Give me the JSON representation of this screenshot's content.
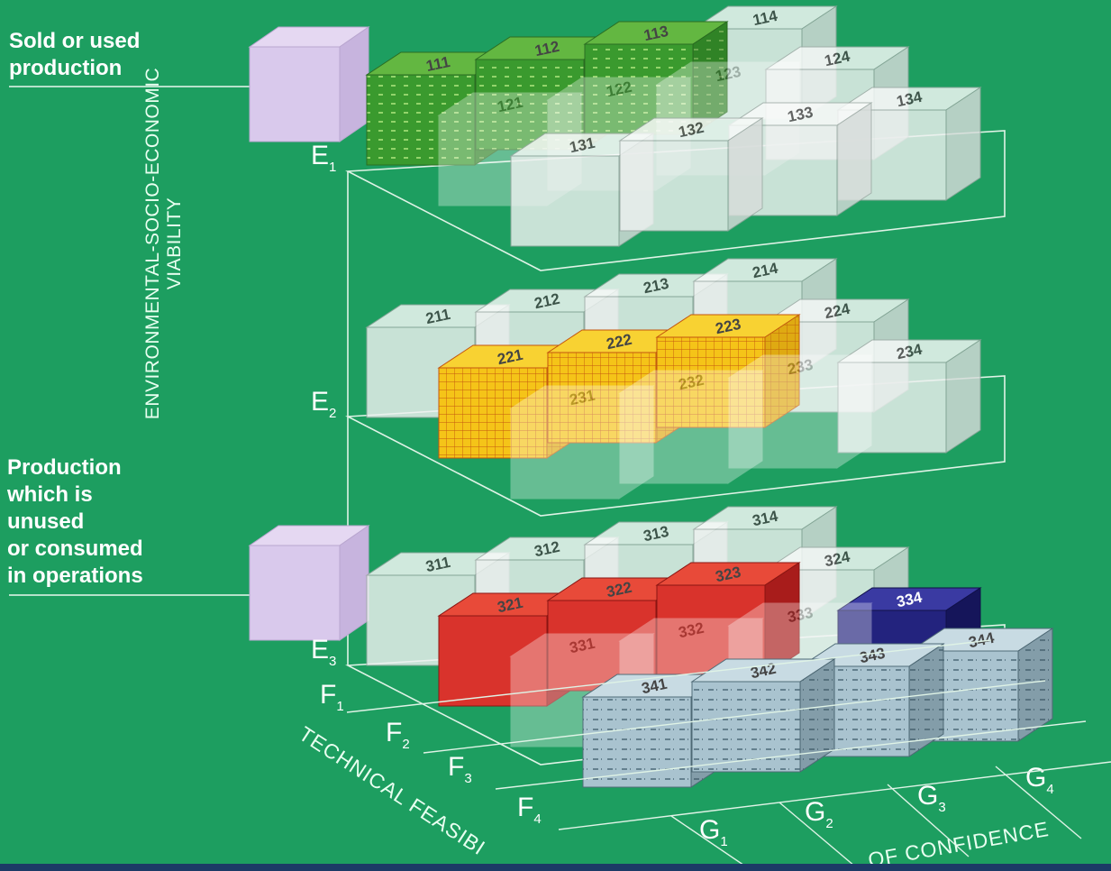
{
  "labels": {
    "sold_or_used": "Sold or used\nproduction",
    "unused": "Production\nwhich is\nunused\nor consumed\nin operations",
    "e_axis": "ENVIRONMENTAL-SOCIO-ECONOMIC\nVIABILITY",
    "f_axis": "TECHNICAL FEASIBI",
    "g_axis": "OF CONFIDENCE"
  },
  "levels": [
    {
      "id": "E1",
      "letter": "E",
      "sub": "1"
    },
    {
      "id": "E2",
      "letter": "E",
      "sub": "2"
    },
    {
      "id": "E3",
      "letter": "E",
      "sub": "3"
    }
  ],
  "f_ticks": [
    {
      "letter": "F",
      "sub": "1"
    },
    {
      "letter": "F",
      "sub": "2"
    },
    {
      "letter": "F",
      "sub": "3"
    },
    {
      "letter": "F",
      "sub": "4"
    }
  ],
  "g_ticks": [
    {
      "letter": "G",
      "sub": "1"
    },
    {
      "letter": "G",
      "sub": "2"
    },
    {
      "letter": "G",
      "sub": "3"
    },
    {
      "letter": "G",
      "sub": "4"
    }
  ],
  "cubes": [
    {
      "code": "114",
      "e": 1,
      "f": 1,
      "g": 4,
      "style": "clear"
    },
    {
      "code": "111",
      "e": 1,
      "f": 1,
      "g": 1,
      "style": "green"
    },
    {
      "code": "112",
      "e": 1,
      "f": 1,
      "g": 2,
      "style": "green"
    },
    {
      "code": "113",
      "e": 1,
      "f": 1,
      "g": 3,
      "style": "green"
    },
    {
      "code": "124",
      "e": 1,
      "f": 2,
      "g": 4,
      "style": "clear"
    },
    {
      "code": "123",
      "e": 1,
      "f": 2,
      "g": 3,
      "style": "ghost"
    },
    {
      "code": "121",
      "e": 1,
      "f": 2,
      "g": 1,
      "style": "ghost"
    },
    {
      "code": "122",
      "e": 1,
      "f": 2,
      "g": 2,
      "style": "ghost"
    },
    {
      "code": "134",
      "e": 1,
      "f": 3,
      "g": 4,
      "style": "clear"
    },
    {
      "code": "133",
      "e": 1,
      "f": 3,
      "g": 3,
      "style": "clear"
    },
    {
      "code": "131",
      "e": 1,
      "f": 3,
      "g": 1,
      "style": "clear"
    },
    {
      "code": "132",
      "e": 1,
      "f": 3,
      "g": 2,
      "style": "clear"
    },
    {
      "code": "211",
      "e": 2,
      "f": 1,
      "g": 1,
      "style": "clear"
    },
    {
      "code": "212",
      "e": 2,
      "f": 1,
      "g": 2,
      "style": "clear"
    },
    {
      "code": "213",
      "e": 2,
      "f": 1,
      "g": 3,
      "style": "clear"
    },
    {
      "code": "214",
      "e": 2,
      "f": 1,
      "g": 4,
      "style": "clear"
    },
    {
      "code": "224",
      "e": 2,
      "f": 2,
      "g": 4,
      "style": "clear"
    },
    {
      "code": "221",
      "e": 2,
      "f": 2,
      "g": 1,
      "style": "yellow"
    },
    {
      "code": "222",
      "e": 2,
      "f": 2,
      "g": 2,
      "style": "yellow"
    },
    {
      "code": "223",
      "e": 2,
      "f": 2,
      "g": 3,
      "style": "yellow"
    },
    {
      "code": "234",
      "e": 2,
      "f": 3,
      "g": 4,
      "style": "clear"
    },
    {
      "code": "233",
      "e": 2,
      "f": 3,
      "g": 3,
      "style": "ghost"
    },
    {
      "code": "231",
      "e": 2,
      "f": 3,
      "g": 1,
      "style": "ghost"
    },
    {
      "code": "232",
      "e": 2,
      "f": 3,
      "g": 2,
      "style": "ghost"
    },
    {
      "code": "311",
      "e": 3,
      "f": 1,
      "g": 1,
      "style": "clear"
    },
    {
      "code": "312",
      "e": 3,
      "f": 1,
      "g": 2,
      "style": "clear"
    },
    {
      "code": "313",
      "e": 3,
      "f": 1,
      "g": 3,
      "style": "clear"
    },
    {
      "code": "314",
      "e": 3,
      "f": 1,
      "g": 4,
      "style": "clear"
    },
    {
      "code": "324",
      "e": 3,
      "f": 2,
      "g": 4,
      "style": "clear"
    },
    {
      "code": "321",
      "e": 3,
      "f": 2,
      "g": 1,
      "style": "red"
    },
    {
      "code": "322",
      "e": 3,
      "f": 2,
      "g": 2,
      "style": "red"
    },
    {
      "code": "323",
      "e": 3,
      "f": 2,
      "g": 3,
      "style": "red"
    },
    {
      "code": "334",
      "e": 3,
      "f": 3,
      "g": 4,
      "style": "blue"
    },
    {
      "code": "333",
      "e": 3,
      "f": 3,
      "g": 3,
      "style": "ghost"
    },
    {
      "code": "331",
      "e": 3,
      "f": 3,
      "g": 1,
      "style": "ghost"
    },
    {
      "code": "332",
      "e": 3,
      "f": 3,
      "g": 2,
      "style": "ghost"
    },
    {
      "code": "344",
      "e": 3,
      "f": 4,
      "g": 4,
      "style": "gray"
    },
    {
      "code": "343",
      "e": 3,
      "f": 4,
      "g": 3,
      "style": "gray"
    },
    {
      "code": "341",
      "e": 3,
      "f": 4,
      "g": 1,
      "style": "gray"
    },
    {
      "code": "342",
      "e": 3,
      "f": 4,
      "g": 2,
      "style": "gray"
    }
  ],
  "colors": {
    "background": "#1d9e60",
    "green": "#3a9a2e",
    "yellow": "#f5c418",
    "red": "#d9332c",
    "blue": "#23237e",
    "gray": "#a9c3cf",
    "clear": "#eef1f0",
    "legend_cube": "#d9c9ec"
  }
}
